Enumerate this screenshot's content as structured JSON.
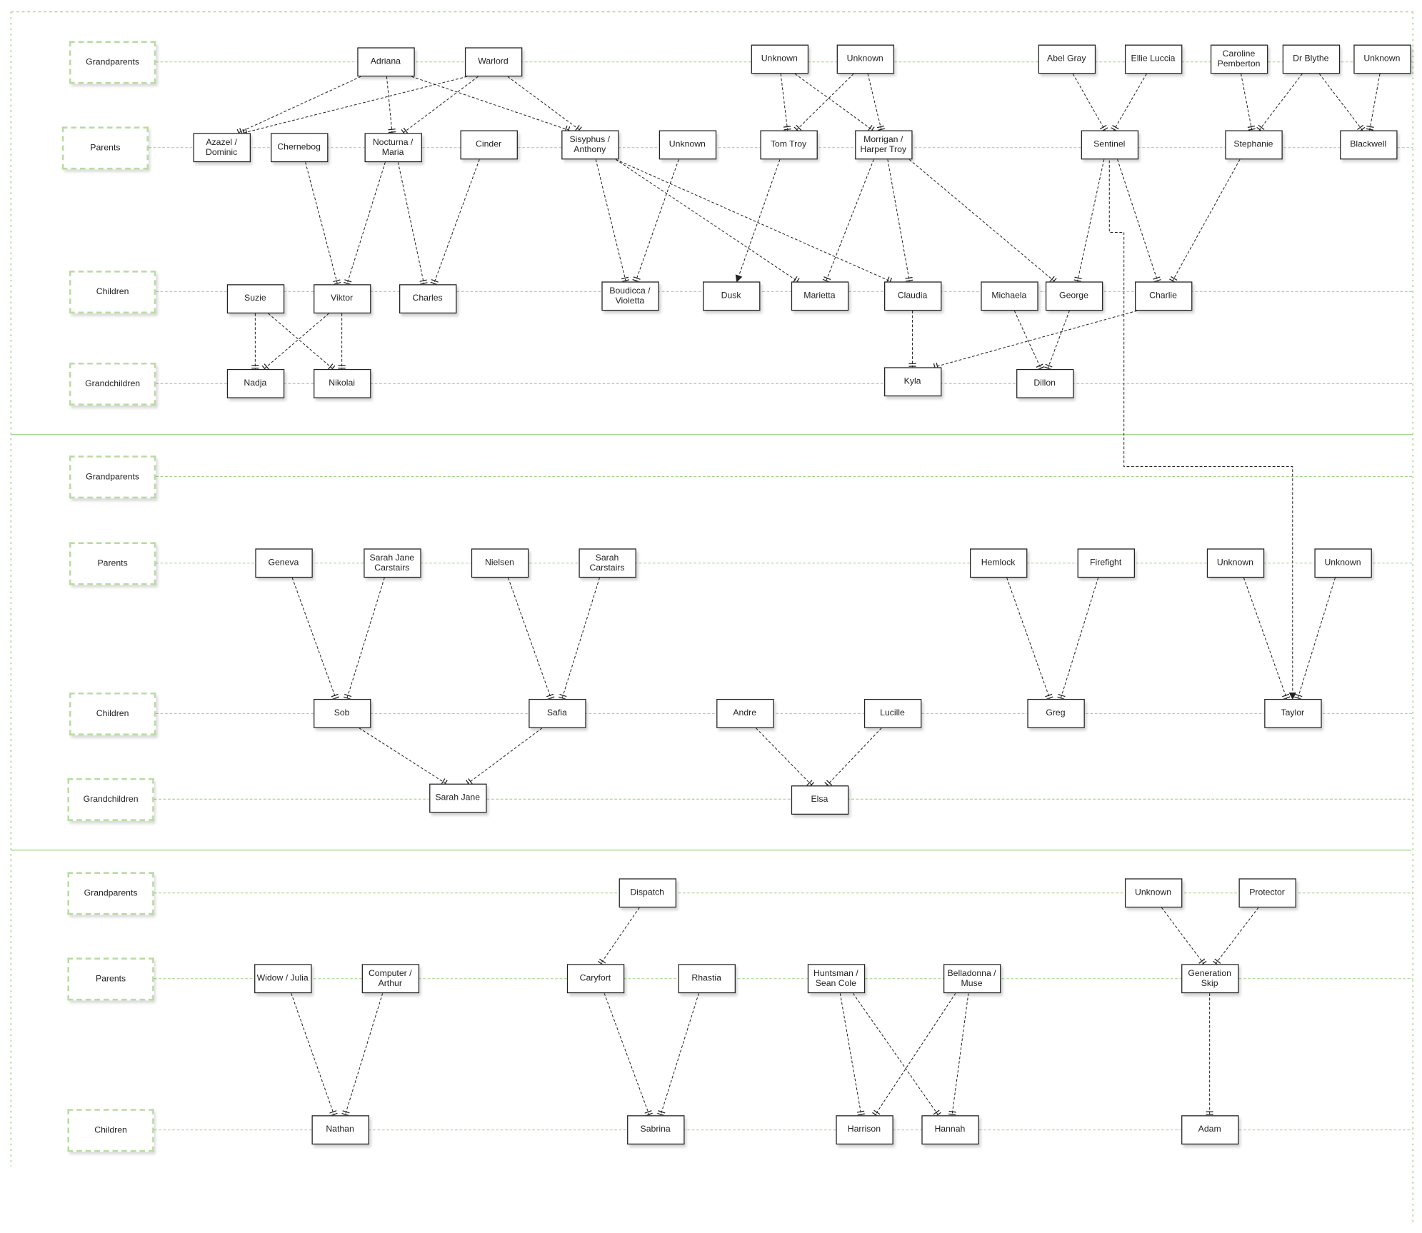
{
  "diagram_title": "",
  "sections": [
    {
      "rows": [
        {
          "label": "Grandparents",
          "members": [
            {
              "id": "adriana",
              "name": "Adriana"
            },
            {
              "id": "warlord",
              "name": "Warlord"
            },
            {
              "id": "unk1",
              "name": "Unknown"
            },
            {
              "id": "unk2",
              "name": "Unknown"
            },
            {
              "id": "abel",
              "name": "Abel Gray"
            },
            {
              "id": "ellie",
              "name": "Ellie Luccia"
            },
            {
              "id": "caroline",
              "name": "Caroline Pemberton"
            },
            {
              "id": "blythe",
              "name": "Dr Blythe"
            },
            {
              "id": "unk3",
              "name": "Unknown"
            }
          ]
        },
        {
          "label": "Parents",
          "members": [
            {
              "id": "azazel",
              "name": "Azazel / Dominic"
            },
            {
              "id": "chernebog",
              "name": "Chernebog"
            },
            {
              "id": "nocturna",
              "name": "Nocturna / Maria"
            },
            {
              "id": "cinder",
              "name": "Cinder"
            },
            {
              "id": "sisyphus",
              "name": "Sisyphus / Anthony"
            },
            {
              "id": "unk4",
              "name": "Unknown"
            },
            {
              "id": "tomtroy",
              "name": "Tom Troy"
            },
            {
              "id": "morrigan",
              "name": "Morrigan / Harper Troy"
            },
            {
              "id": "sentinel",
              "name": "Sentinel"
            },
            {
              "id": "stephanie",
              "name": "Stephanie"
            },
            {
              "id": "blackwell",
              "name": "Blackwell"
            }
          ]
        },
        {
          "label": "Children",
          "members": [
            {
              "id": "suzie",
              "name": "Suzie"
            },
            {
              "id": "viktor",
              "name": "Viktor"
            },
            {
              "id": "charles",
              "name": "Charles"
            },
            {
              "id": "boudicca",
              "name": "Boudicca / Violetta"
            },
            {
              "id": "dusk",
              "name": "Dusk"
            },
            {
              "id": "marietta",
              "name": "Marietta"
            },
            {
              "id": "claudia",
              "name": "Claudia"
            },
            {
              "id": "michaela",
              "name": "Michaela"
            },
            {
              "id": "george",
              "name": "George"
            },
            {
              "id": "charlie",
              "name": "Charlie"
            }
          ]
        },
        {
          "label": "Grandchildren",
          "members": [
            {
              "id": "nadja",
              "name": "Nadja"
            },
            {
              "id": "nikolai",
              "name": "Nikolai"
            },
            {
              "id": "kyla",
              "name": "Kyla"
            },
            {
              "id": "dillon",
              "name": "Dillon"
            }
          ]
        }
      ]
    },
    {
      "rows": [
        {
          "label": "Grandparents",
          "members": []
        },
        {
          "label": "Parents",
          "members": [
            {
              "id": "geneva",
              "name": "Geneva"
            },
            {
              "id": "sjc",
              "name": "Sarah Jane Carstairs"
            },
            {
              "id": "nielsen",
              "name": "Nielsen"
            },
            {
              "id": "sarahc",
              "name": "Sarah Carstairs"
            },
            {
              "id": "hemlock",
              "name": "Hemlock"
            },
            {
              "id": "firefight",
              "name": "Firefight"
            },
            {
              "id": "unk5",
              "name": "Unknown"
            },
            {
              "id": "unk6",
              "name": "Unknown"
            }
          ]
        },
        {
          "label": "Children",
          "members": [
            {
              "id": "sob",
              "name": "Sob"
            },
            {
              "id": "safia",
              "name": "Safia"
            },
            {
              "id": "andre",
              "name": "Andre"
            },
            {
              "id": "lucille",
              "name": "Lucille"
            },
            {
              "id": "greg",
              "name": "Greg"
            },
            {
              "id": "taylor",
              "name": "Taylor"
            }
          ]
        },
        {
          "label": "Grandchildren",
          "members": [
            {
              "id": "sarahjane",
              "name": "Sarah Jane"
            },
            {
              "id": "elsa",
              "name": "Elsa"
            }
          ]
        }
      ]
    },
    {
      "rows": [
        {
          "label": "Grandparents",
          "members": [
            {
              "id": "dispatch",
              "name": "Dispatch"
            },
            {
              "id": "unk7",
              "name": "Unknown"
            },
            {
              "id": "protector",
              "name": "Protector"
            }
          ]
        },
        {
          "label": "Parents",
          "members": [
            {
              "id": "widow",
              "name": "Widow / Julia"
            },
            {
              "id": "computer",
              "name": "Computer / Arthur"
            },
            {
              "id": "caryfort",
              "name": "Caryfort"
            },
            {
              "id": "rhastia",
              "name": "Rhastia"
            },
            {
              "id": "huntsman",
              "name": "Huntsman / Sean Cole"
            },
            {
              "id": "belladonna",
              "name": "Belladonna / Muse"
            },
            {
              "id": "genskip",
              "name": "Generation Skip"
            }
          ]
        },
        {
          "label": "Children",
          "members": [
            {
              "id": "nathan",
              "name": "Nathan"
            },
            {
              "id": "sabrina",
              "name": "Sabrina"
            },
            {
              "id": "harrison",
              "name": "Harrison"
            },
            {
              "id": "hannah",
              "name": "Hannah"
            },
            {
              "id": "adam",
              "name": "Adam"
            }
          ]
        }
      ]
    }
  ],
  "relationships": [
    [
      "adriana",
      "azazel"
    ],
    [
      "adriana",
      "nocturna"
    ],
    [
      "adriana",
      "sisyphus"
    ],
    [
      "warlord",
      "azazel"
    ],
    [
      "warlord",
      "nocturna"
    ],
    [
      "warlord",
      "sisyphus"
    ],
    [
      "chernebog",
      "viktor"
    ],
    [
      "nocturna",
      "viktor"
    ],
    [
      "nocturna",
      "charles"
    ],
    [
      "cinder",
      "charles"
    ],
    [
      "sisyphus",
      "boudicca"
    ],
    [
      "unk4",
      "boudicca"
    ],
    [
      "sisyphus",
      "marietta"
    ],
    [
      "sisyphus",
      "claudia"
    ],
    [
      "unk1",
      "tomtroy"
    ],
    [
      "unk2",
      "tomtroy"
    ],
    [
      "unk1",
      "morrigan"
    ],
    [
      "unk2",
      "morrigan"
    ],
    [
      "tomtroy",
      "dusk"
    ],
    [
      "morrigan",
      "marietta"
    ],
    [
      "morrigan",
      "claudia"
    ],
    [
      "morrigan",
      "george"
    ],
    [
      "abel",
      "sentinel"
    ],
    [
      "ellie",
      "sentinel"
    ],
    [
      "caroline",
      "stephanie"
    ],
    [
      "blythe",
      "stephanie"
    ],
    [
      "blythe",
      "blackwell"
    ],
    [
      "unk3",
      "blackwell"
    ],
    [
      "sentinel",
      "george"
    ],
    [
      "sentinel",
      "charlie"
    ],
    [
      "stephanie",
      "charlie"
    ],
    [
      "sentinel",
      "taylor"
    ],
    [
      "suzie",
      "nadja"
    ],
    [
      "suzie",
      "nikolai"
    ],
    [
      "viktor",
      "nadja"
    ],
    [
      "viktor",
      "nikolai"
    ],
    [
      "claudia",
      "kyla"
    ],
    [
      "charlie",
      "kyla"
    ],
    [
      "michaela",
      "dillon"
    ],
    [
      "george",
      "dillon"
    ],
    [
      "geneva",
      "sob"
    ],
    [
      "sjc",
      "sob"
    ],
    [
      "nielsen",
      "safia"
    ],
    [
      "sarahc",
      "safia"
    ],
    [
      "hemlock",
      "greg"
    ],
    [
      "firefight",
      "greg"
    ],
    [
      "unk5",
      "taylor"
    ],
    [
      "unk6",
      "taylor"
    ],
    [
      "sob",
      "sarahjane"
    ],
    [
      "safia",
      "sarahjane"
    ],
    [
      "andre",
      "elsa"
    ],
    [
      "lucille",
      "elsa"
    ],
    [
      "dispatch",
      "caryfort"
    ],
    [
      "unk7",
      "genskip"
    ],
    [
      "protector",
      "genskip"
    ],
    [
      "widow",
      "nathan"
    ],
    [
      "computer",
      "nathan"
    ],
    [
      "caryfort",
      "sabrina"
    ],
    [
      "rhastia",
      "sabrina"
    ],
    [
      "huntsman",
      "harrison"
    ],
    [
      "huntsman",
      "hannah"
    ],
    [
      "belladonna",
      "harrison"
    ],
    [
      "belladonna",
      "hannah"
    ],
    [
      "genskip",
      "adam"
    ]
  ],
  "colors": {
    "row_line": "#9fcf86",
    "frame": "#9fcf86",
    "edge": "#222222"
  }
}
